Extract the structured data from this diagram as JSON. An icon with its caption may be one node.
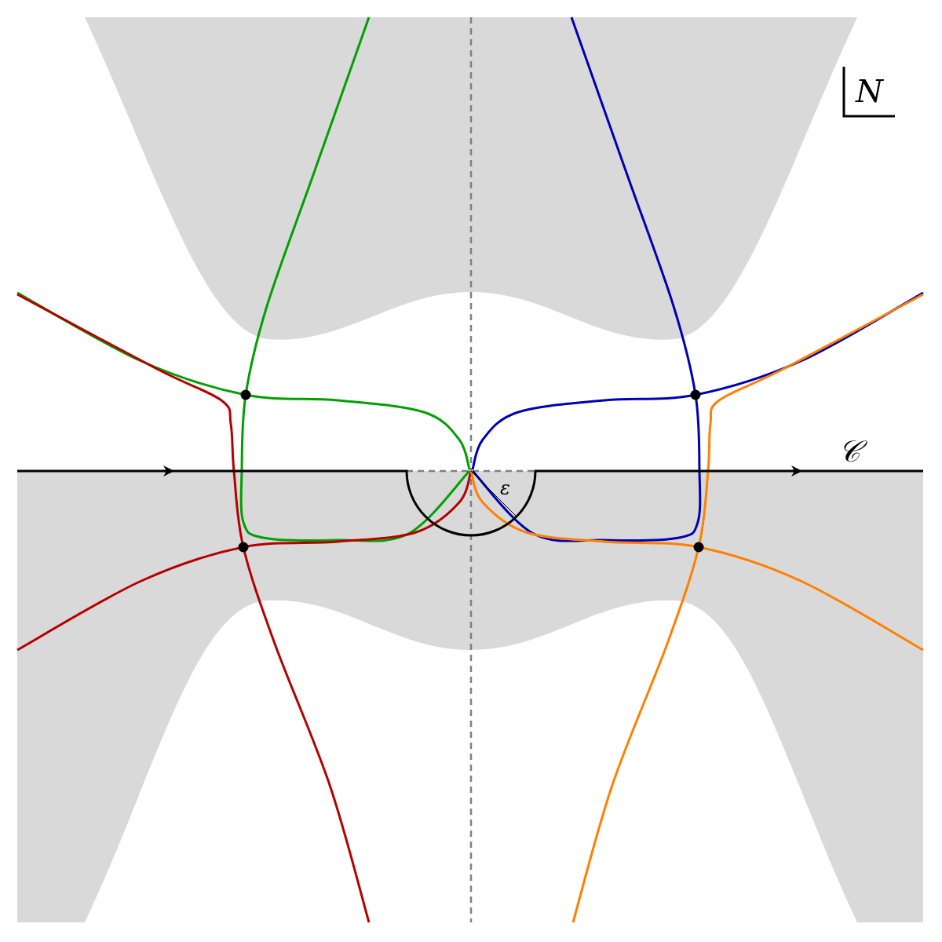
{
  "diagram": {
    "labels": [
      "N",
      "𝒞",
      "ε"
    ]
  }
}
